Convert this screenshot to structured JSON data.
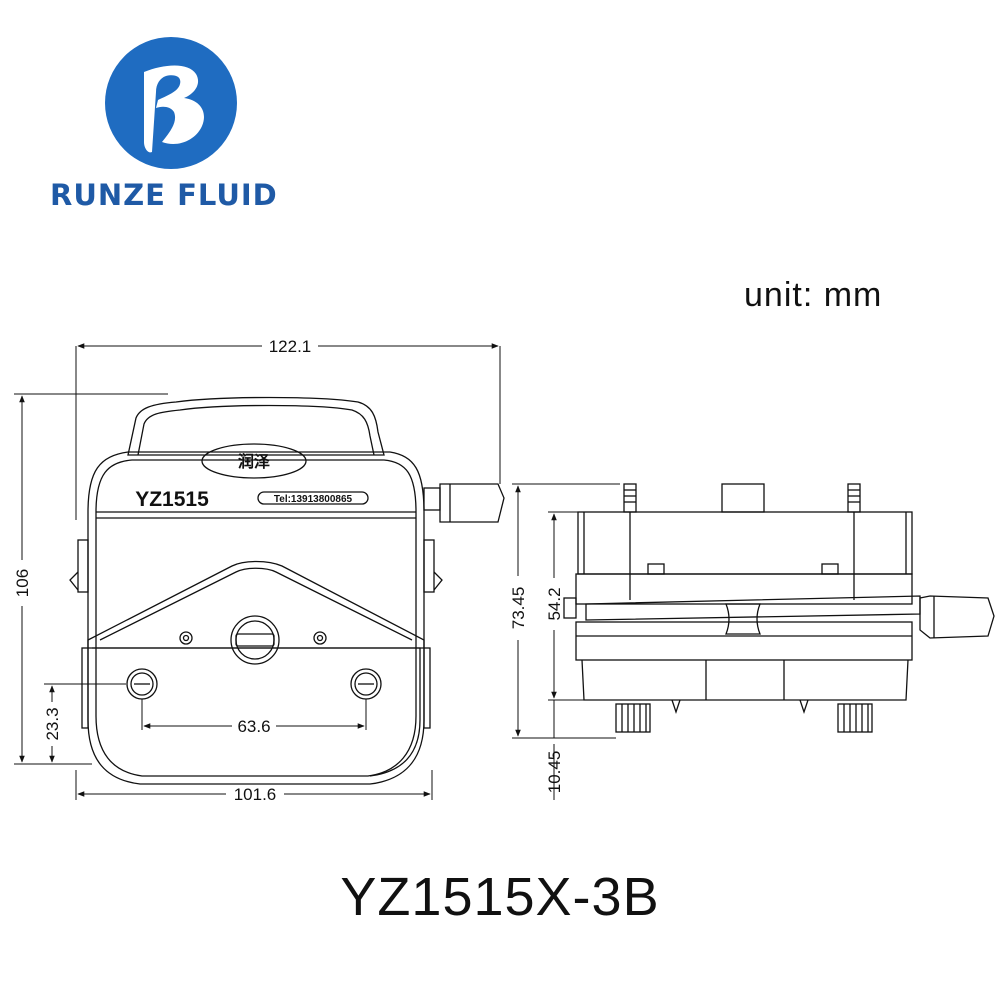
{
  "brand": {
    "name": "RUNZE FLUID",
    "logo_color": "#1f6cc1",
    "logo_text": "B"
  },
  "unit_label": "unit: mm",
  "model": "YZ1515X-3B",
  "front_view": {
    "badge_text": "润泽",
    "model_plate": "YZ1515",
    "phone_plate": "Tel:13913800865"
  },
  "dimensions": {
    "overall_width": "122.1",
    "overall_height": "106",
    "mount_hole_spacing": "63.6",
    "mount_hole_height": "23.3",
    "base_width": "101.6",
    "side_height": "73.45",
    "side_inner_height": "54.2",
    "side_foot": "10.45"
  }
}
